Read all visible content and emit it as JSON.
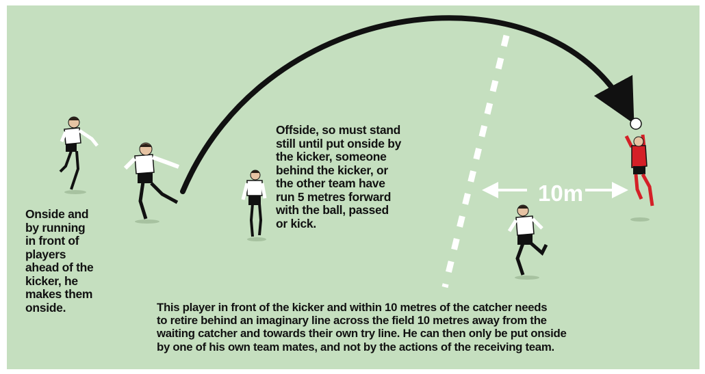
{
  "notes": {
    "onside": "Onside and\nby running\nin front of\nplayers\nahead of the\nkicker, he\nmakes them\nonside.",
    "offside": "Offside, so must stand\nstill until put onside by\nthe kicker, someone\nbehind the kicker, or\nthe other team have\nrun 5 metres forward\nwith the ball, passed\nor kick.",
    "retire": "This player in front of the kicker and within 10 metres of the catcher needs\nto retire behind an imaginary line across the field 10 metres away from the\nwaiting catcher and towards their own try line.  He can then only be put onside\nby one of his own team mates, and not by the actions of the receiving team."
  },
  "distance_label": "10m",
  "colors": {
    "field": "#c5dfbf",
    "kick_arc": "#111111",
    "ten_metre_line": "#ffffff",
    "kicking_team_shirt": "#ffffff",
    "kicking_team_shorts": "#111111",
    "receiving_team_shirt": "#d42027"
  },
  "figures": [
    "running-player",
    "kicker",
    "offside-standing-player",
    "retiring-player",
    "catcher-receiving-team"
  ]
}
